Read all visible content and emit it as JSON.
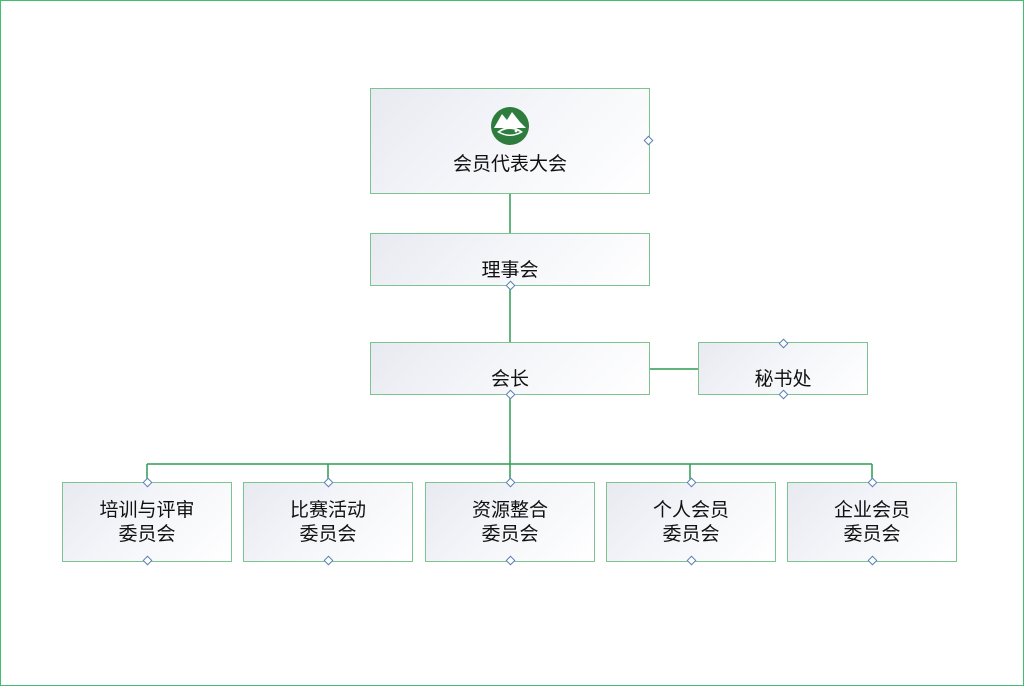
{
  "colors": {
    "border": "#3fbf6f",
    "connector": "#2e9b52",
    "node_border": "#7cc48f",
    "logo": "#2e7d3e"
  },
  "icons": {
    "logo": "leaf-mountain-logo"
  },
  "nodes": {
    "assembly": {
      "label": "会员代表大会"
    },
    "council": {
      "label": "理事会"
    },
    "president": {
      "label": "会长"
    },
    "secretariat": {
      "label": "秘书处"
    },
    "training": {
      "line1": "培训与评审",
      "line2": "委员会"
    },
    "competition": {
      "line1": "比赛活动",
      "line2": "委员会"
    },
    "resource": {
      "line1": "资源整合",
      "line2": "委员会"
    },
    "individual": {
      "line1": "个人会员",
      "line2": "委员会"
    },
    "enterprise": {
      "line1": "企业会员",
      "line2": "委员会"
    }
  }
}
